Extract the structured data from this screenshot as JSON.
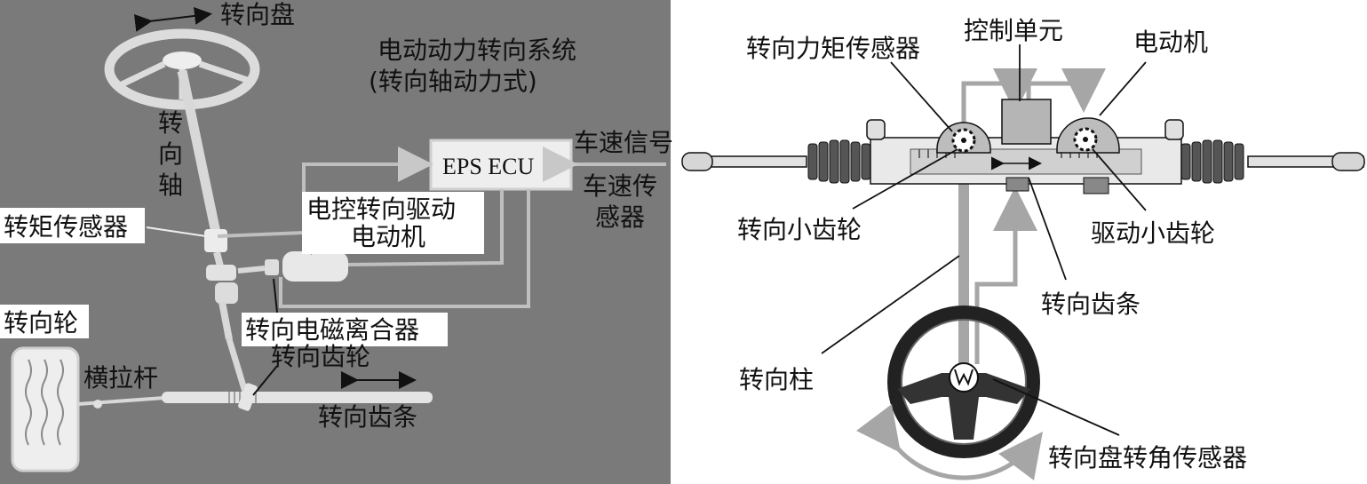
{
  "left_panel": {
    "system_title_line1": "电动动力转向系统",
    "system_title_line2": "(转向轴动力式)",
    "steering_wheel": "转向盘",
    "steering_shaft_chars": [
      "转",
      "向",
      "轴"
    ],
    "torque_sensor": "转矩传感器",
    "ecu": "EPS ECU",
    "vehicle_speed_signal": "车速信号",
    "vehicle_speed_sensor_line1": "车速传",
    "vehicle_speed_sensor_line2": "感器",
    "motor_line1": "电控转向驱动",
    "motor_line2": "电动机",
    "steered_wheel": "转向轮",
    "clutch": "转向电磁离合器",
    "tie_rod": "横拉杆",
    "pinion": "转向齿轮",
    "rack": "转向齿条"
  },
  "right_panel": {
    "control_unit": "控制单元",
    "torque_sensor": "转向力矩传感器",
    "motor": "电动机",
    "steering_pinion": "转向小齿轮",
    "drive_pinion": "驱动小齿轮",
    "rack": "转向齿条",
    "column": "转向柱",
    "angle_sensor": "转向盘转角传感器"
  },
  "colors": {
    "left_background": "#7a7a7a",
    "component_fill": "#e6e6e6",
    "signal_line": "#bfbfbf",
    "right_arrows": "#a6a6a6"
  }
}
